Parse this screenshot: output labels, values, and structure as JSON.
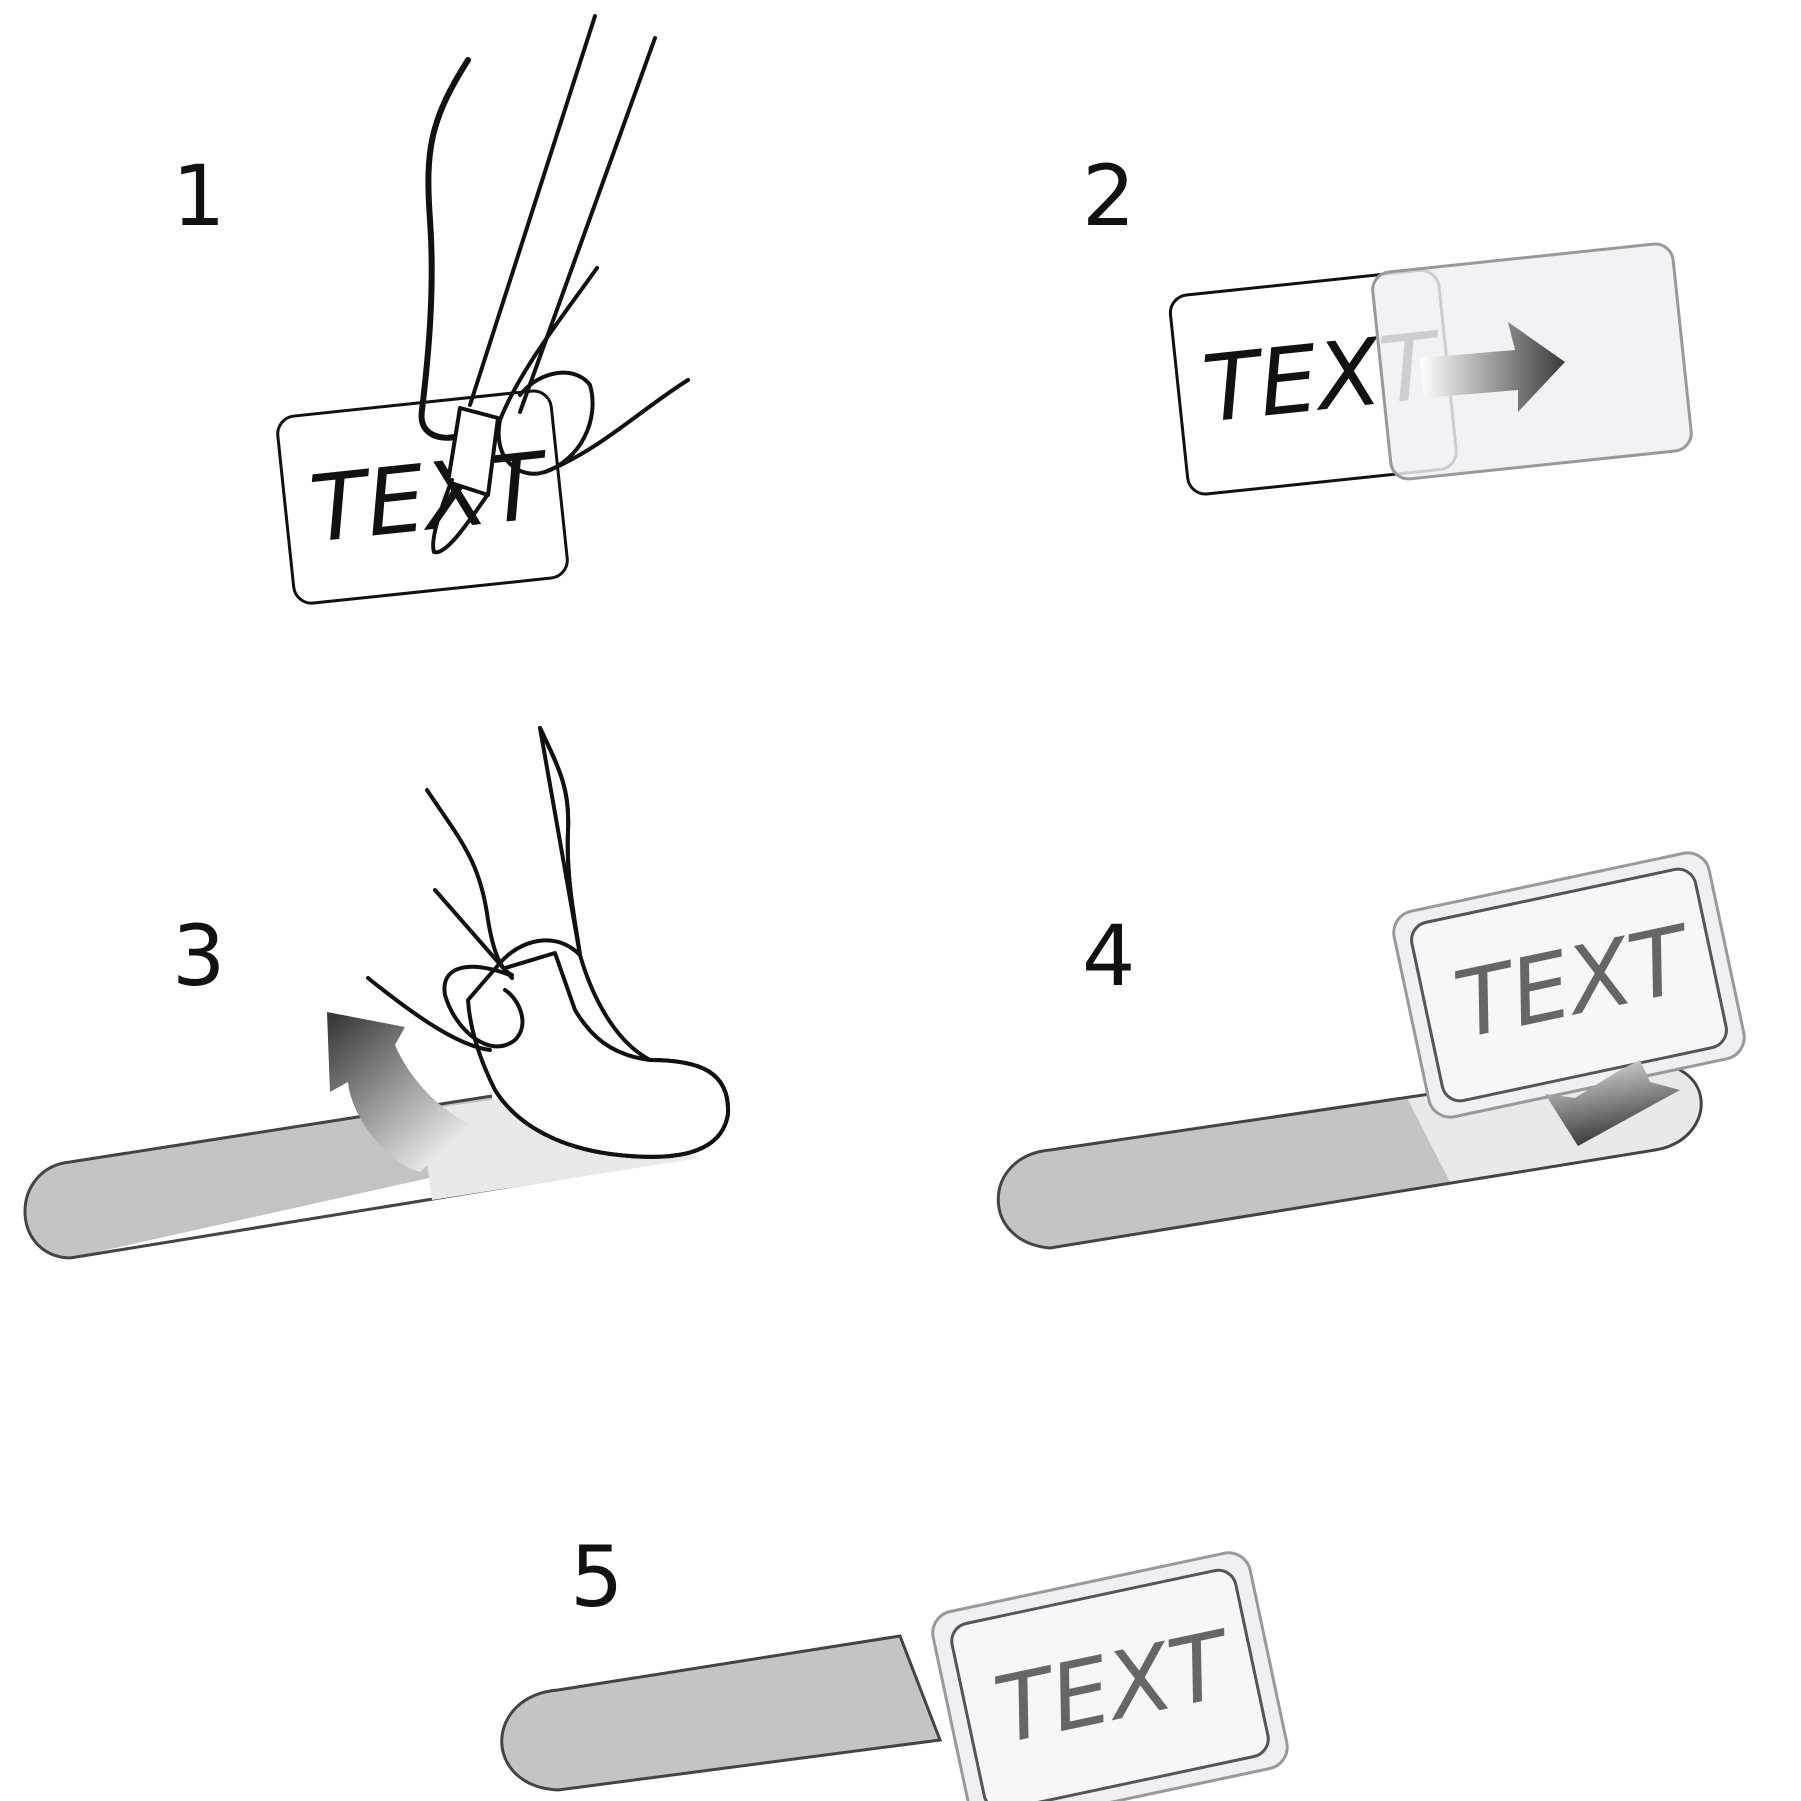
{
  "steps": [
    {
      "number": "1",
      "label": "TEXT"
    },
    {
      "number": "2",
      "label": "TEXT"
    },
    {
      "number": "3"
    },
    {
      "number": "4",
      "label": "TEXT"
    },
    {
      "number": "5",
      "label": "TEXT"
    }
  ],
  "colors": {
    "ink": "#111111",
    "strap": "#c3c4c6",
    "strap_outline": "#444444",
    "window": "#e8e9ea",
    "card_sleeve": "#f4f5f7",
    "sleeve_outline": "#999999",
    "label_ink_muted": "#666666"
  }
}
